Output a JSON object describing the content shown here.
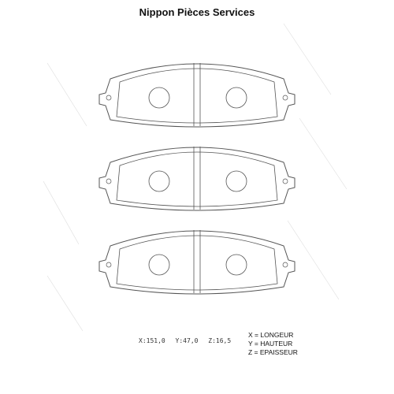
{
  "header": {
    "title": "Nippon Pièces Services"
  },
  "dimensions": {
    "x": "X:151,0",
    "y": "Y:47,0",
    "z": "Z:16,5"
  },
  "legend": {
    "items": [
      "X = LONGEUR",
      "Y = HAUTEUR",
      "Z = EPAISSEUR"
    ]
  },
  "colors": {
    "line": "#555555",
    "text": "#111111"
  }
}
